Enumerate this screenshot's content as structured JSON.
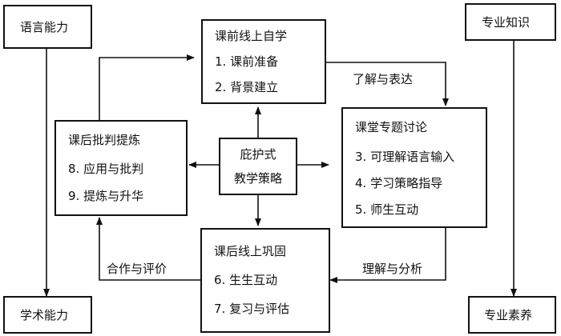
{
  "diagram": {
    "language_ability": "语言能力",
    "academic_ability": "学术能力",
    "professional_knowledge": "专业知识",
    "professional_literacy": "专业素养",
    "pre_class": {
      "title": "课前线上自学",
      "items": [
        "1. 课前准备",
        "2. 背景建立"
      ]
    },
    "in_class": {
      "title": "课堂专题讨论",
      "items": [
        "3. 可理解语言输入",
        "4. 学习策略指导",
        "5. 师生互动"
      ]
    },
    "after_online": {
      "title": "课后线上巩固",
      "items": [
        "6. 生生互动",
        "7. 复习与评估"
      ]
    },
    "after_reflect": {
      "title": "课后批判提炼",
      "items": [
        "8. 应用与批判",
        "9. 提炼与升华"
      ]
    },
    "center": {
      "line1": "庇护式",
      "line2": "教学策略"
    },
    "edge_labels": {
      "understand_express": "了解与表达",
      "understand_analyze": "理解与分析",
      "cooperate_evaluate": "合作与评价"
    }
  }
}
